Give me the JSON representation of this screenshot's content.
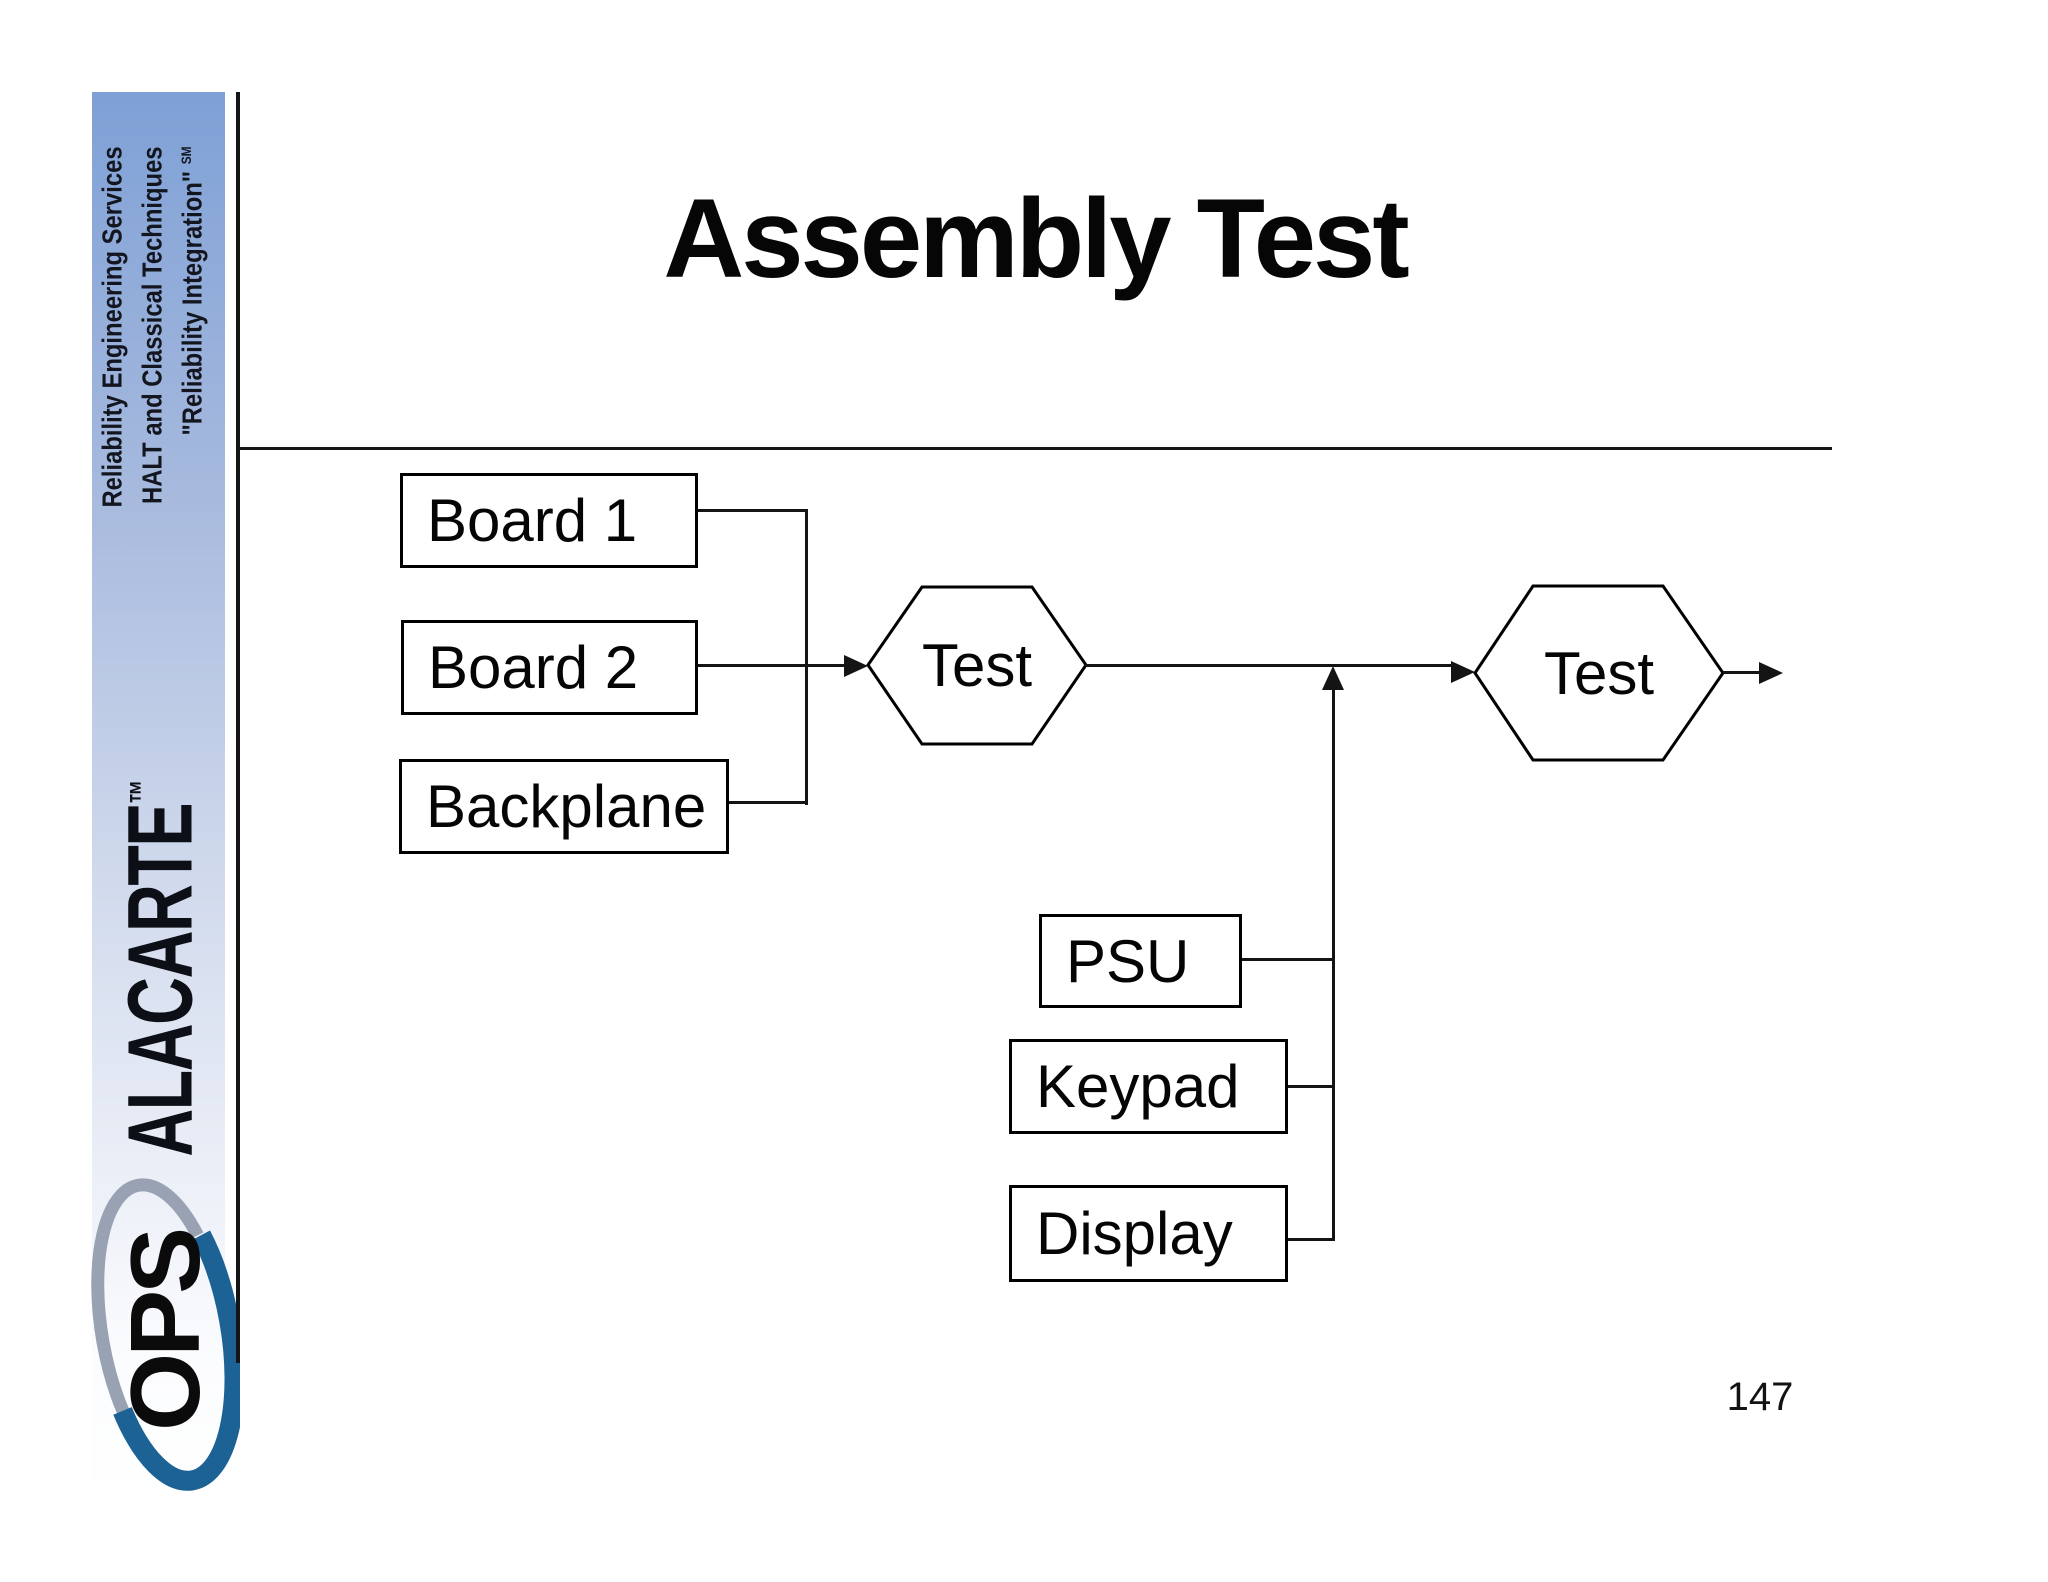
{
  "slide": {
    "title": "Assembly Test",
    "page_number": "147"
  },
  "sidebar": {
    "tagline": {
      "line1": "Reliability Engineering Services",
      "line2": "HALT and Classical Techniques",
      "line3": "\"Reliability Integration\"",
      "service_mark": "SM"
    },
    "brand": {
      "name": "ALACARTE",
      "trademark": "™"
    },
    "logo": {
      "text": "OPS"
    },
    "colors": {
      "band_top_blue": "#7ea0d6",
      "logo_blue": "#1d6295",
      "logo_gray": "#99a2b2",
      "line_black": "#141414"
    }
  },
  "diagram": {
    "source_boxes": [
      {
        "label": "Board 1"
      },
      {
        "label": "Board 2"
      },
      {
        "label": "Backplane"
      }
    ],
    "test_nodes": [
      {
        "label": "Test"
      },
      {
        "label": "Test"
      }
    ],
    "component_boxes": [
      {
        "label": "PSU"
      },
      {
        "label": "Keypad"
      },
      {
        "label": "Display"
      }
    ]
  }
}
